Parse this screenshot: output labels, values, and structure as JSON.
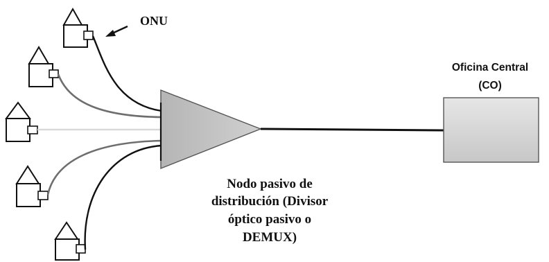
{
  "onu_label": "ONU",
  "central_office": {
    "line1": "Oficina Central",
    "line2": "(CO)"
  },
  "splitter": {
    "line1": "Nodo pasivo de",
    "line2": "distribución (Divisor",
    "line3": "óptico pasivo o",
    "line4": "DEMUX)"
  },
  "colors": {
    "fiber_dark": "#111111",
    "fiber_mid": "#6e6e6e",
    "fiber_light": "#d9d9d9",
    "splitter_fill": "#bdbdbd",
    "co_fill": "#d6d6d6"
  }
}
